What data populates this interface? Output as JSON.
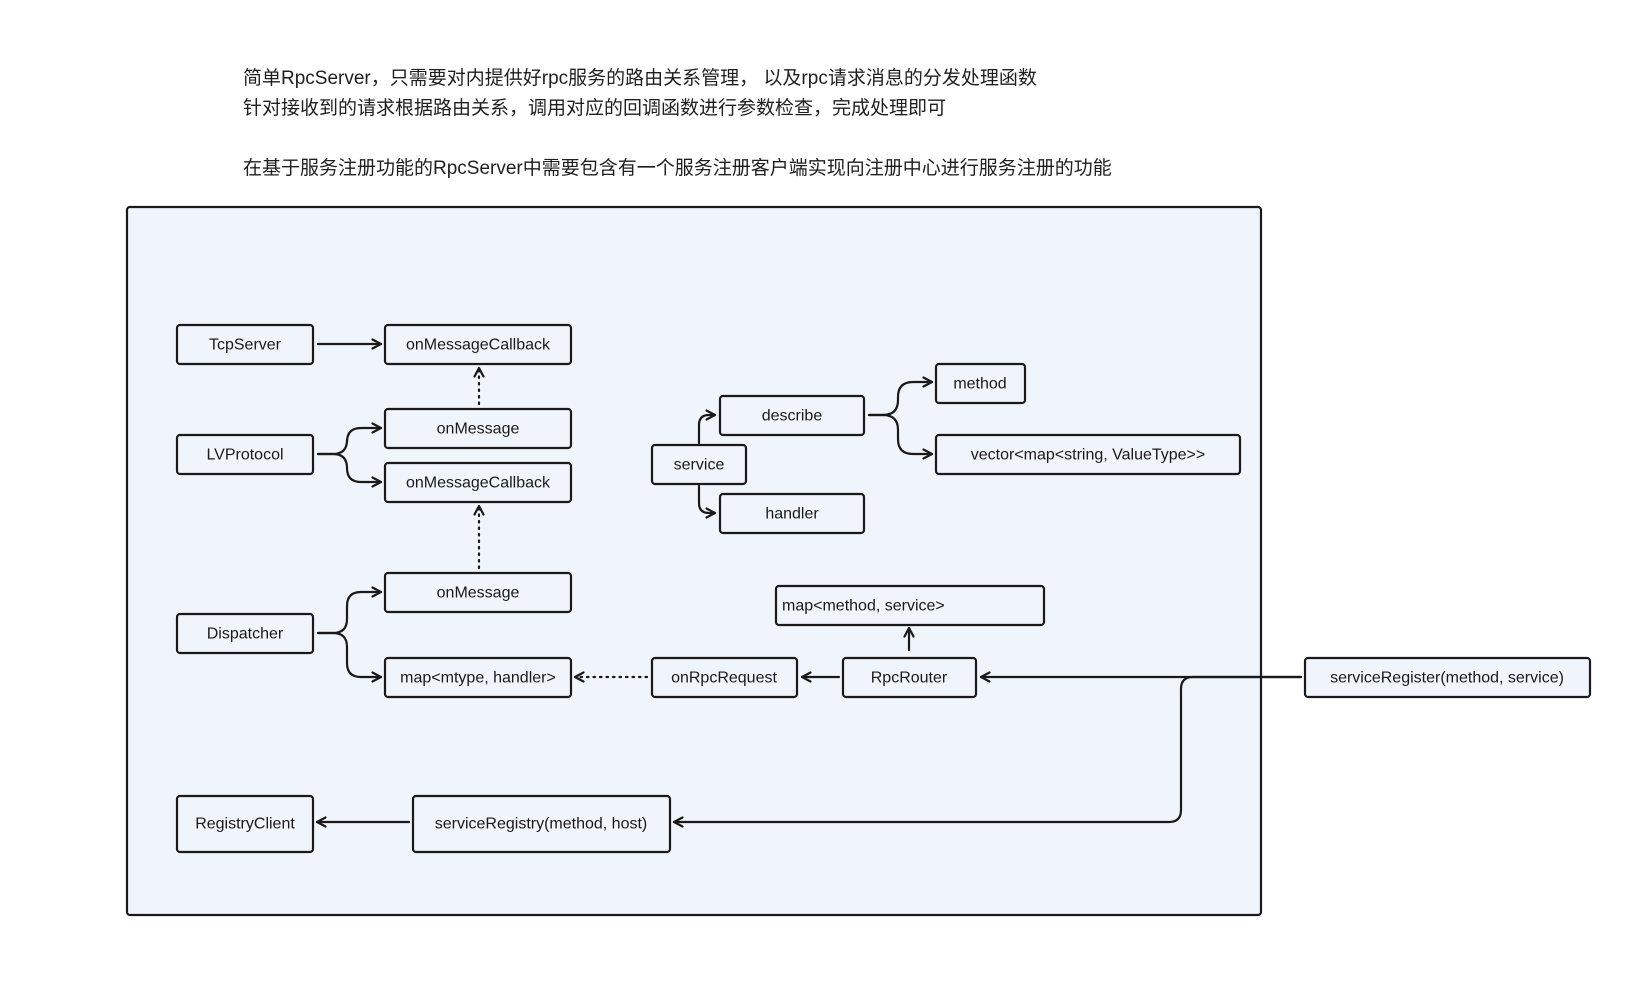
{
  "intro": {
    "line1": "简单RpcServer，只需要对内提供好rpc服务的路由关系管理， 以及rpc请求消息的分发处理函数",
    "line2": "针对接收到的请求根据路由关系，调用对应的回调函数进行参数检查，完成处理即可",
    "line3": "在基于服务注册功能的RpcServer中需要包含有一个服务注册客户端实现向注册中心进行服务注册的功能"
  },
  "colors": {
    "frame_fill": "#f0f4fb",
    "stroke": "#1a1a1a",
    "text": "#1a1a1a"
  },
  "nodes": {
    "tcp_server": "TcpServer",
    "on_message_callback_1": "onMessageCallback",
    "lv_protocol": "LVProtocol",
    "on_message_1": "onMessage",
    "on_message_callback_2": "onMessageCallback",
    "dispatcher": "Dispatcher",
    "on_message_2": "onMessage",
    "map_mtype_handler": "map<mtype, handler>",
    "on_rpc_request": "onRpcRequest",
    "rpc_router": "RpcRouter",
    "map_method_service": "map<method, service>",
    "service": "service",
    "describe": "describe",
    "handler": "handler",
    "method": "method",
    "vector_map": "vector<map<string, ValueType>>",
    "service_register": "serviceRegister(method, service)",
    "service_registry": "serviceRegistry(method, host)",
    "registry_client": "RegistryClient"
  }
}
